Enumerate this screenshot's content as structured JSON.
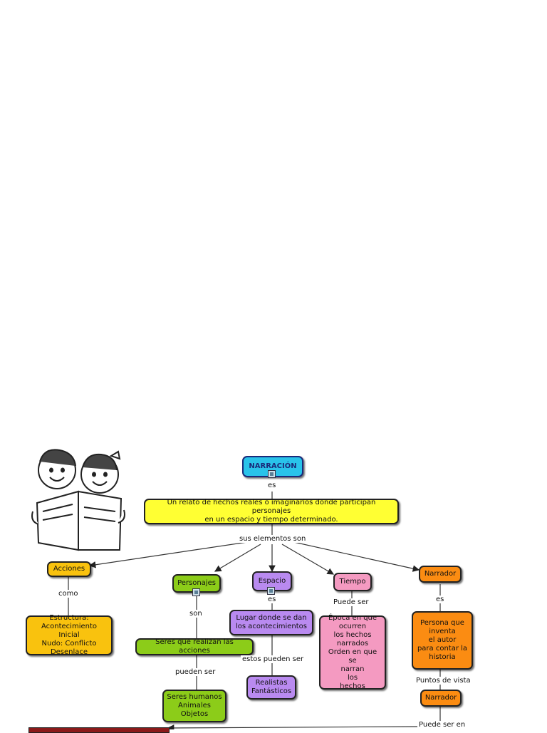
{
  "nodes": {
    "narracion": "NARRACIÓN",
    "definicion": "Un relato de hechos reales o imaginarios donde participan personajes\nen un espacio y tiempo determinado.",
    "acciones": "Acciones",
    "estructura": "Estructura:\nAcontecimiento Inicial\nNudo: Conflicto\nDesenlace",
    "personajes": "Personajes",
    "seres_acciones": "Seres que realizan las acciones",
    "seres_tipos": "Seres humanos\nAnimales\nObjetos",
    "espacio": "Espacio",
    "lugar": "Lugar donde se dan\nlos acontecimientos",
    "realistas": "Realistas\nFantásticos",
    "tiempo": "Tiempo",
    "epoca": "Época en que\nocurren\nlos hechos\nnarrados\nOrden en que se\nnarran\nlos\nhechos",
    "narrador": "Narrador",
    "persona": "Persona que\ninventa\nel autor\npara contar la\nhistoria",
    "narrador2": "Narrador"
  },
  "links": {
    "es_1": "es",
    "sus_elementos": "sus elementos son",
    "como": "como",
    "son": "son",
    "pueden_ser": "pueden ser",
    "es_espacio": "es",
    "estos_pueden_ser": "estos pueden ser",
    "puede_ser_tiempo": "Puede ser",
    "es_narrador": "es",
    "puntos_vista": "Puntos de vista",
    "puede_ser_en": "Puede ser en"
  },
  "colors": {
    "narracion": "#29c3ea",
    "definicion": "#ffff33",
    "acciones": "#f9c20e",
    "personajes": "#8ccc19",
    "espacio": "#b98af0",
    "tiempo": "#f49ac1",
    "narrador": "#fb8c12"
  }
}
